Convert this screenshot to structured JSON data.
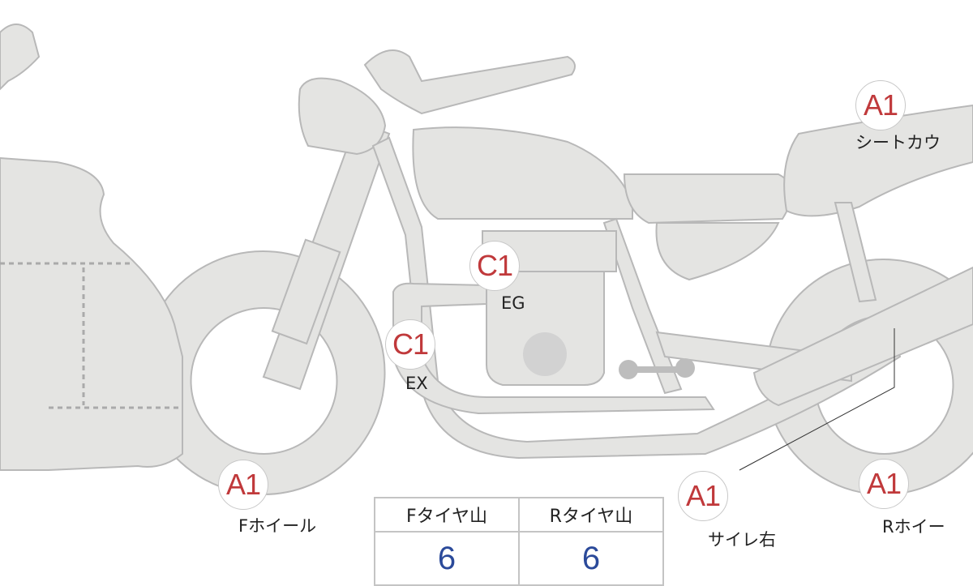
{
  "markers": [
    {
      "grade": "A1",
      "part": "Fホイール"
    },
    {
      "grade": "C1",
      "part": "EG"
    },
    {
      "grade": "C1",
      "part": "EX"
    },
    {
      "grade": "A1",
      "part": "シートカウ"
    },
    {
      "grade": "A1",
      "part": "サイレ右"
    },
    {
      "grade": "A1",
      "part": "Rホイー"
    }
  ],
  "tire_table": {
    "front_label": "Fタイヤ山",
    "rear_label": "Rタイヤ山",
    "front_value": "6",
    "rear_value": "6"
  },
  "colors": {
    "body_fill": "#e4e4e2",
    "outline": "#b8b8b8",
    "grade_red": "#c0393b",
    "value_blue": "#2b4a9a"
  }
}
